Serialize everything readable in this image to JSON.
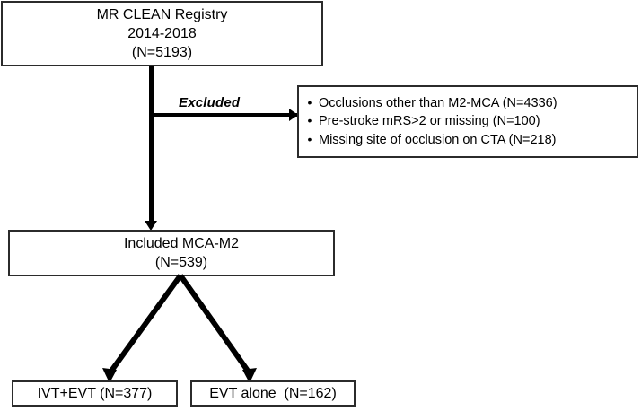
{
  "diagram": {
    "type": "flowchart",
    "title_node": {
      "name": "registry-box",
      "lines": [
        "MR CLEAN Registry",
        "2014-2018",
        "(N=5193)"
      ]
    },
    "excluded": {
      "label": "Excluded",
      "items": [
        "Occlusions other than M2-MCA (N=4336)",
        "Pre-stroke mRS>2 or missing (N=100)",
        "Missing site of occlusion on CTA (N=218)"
      ],
      "bullet_glyph": "•"
    },
    "included": {
      "name": "included-box",
      "lines": [
        "Included MCA-M2",
        "(N=539)"
      ]
    },
    "groups": [
      {
        "name": "ivt-evt-box",
        "label": "IVT+EVT (N=377)"
      },
      {
        "name": "evt-alone-box",
        "label": "EVT alone  (N=162)"
      }
    ],
    "colors": {
      "border": "#2b2b2b",
      "connector": "#000000",
      "background": "#ffffff",
      "text": "#000000"
    }
  }
}
